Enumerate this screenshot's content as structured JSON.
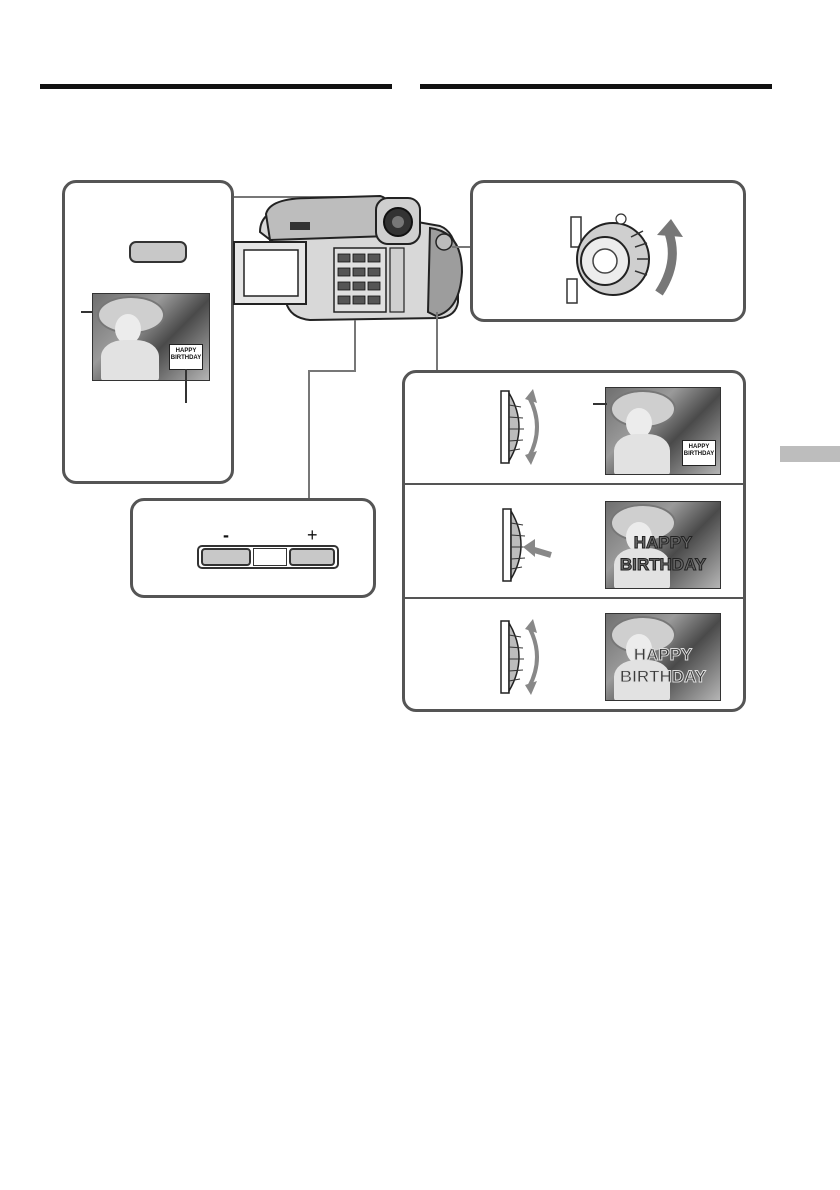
{
  "figure": {
    "title_card_text": "HAPPY BIRTHDAY",
    "big_title_line1": "HAPPY",
    "big_title_line2": "BIRTHDAY",
    "minus_label": "-",
    "plus_label": "+"
  },
  "colors": {
    "rule": "#111111",
    "panel_border": "#555555",
    "button_fill": "#c8c8c8",
    "side_tab": "#bdbdbd"
  },
  "icons": {
    "dial_arrow": "curved-arrow-icon",
    "push_arrow": "push-arrow-icon"
  }
}
